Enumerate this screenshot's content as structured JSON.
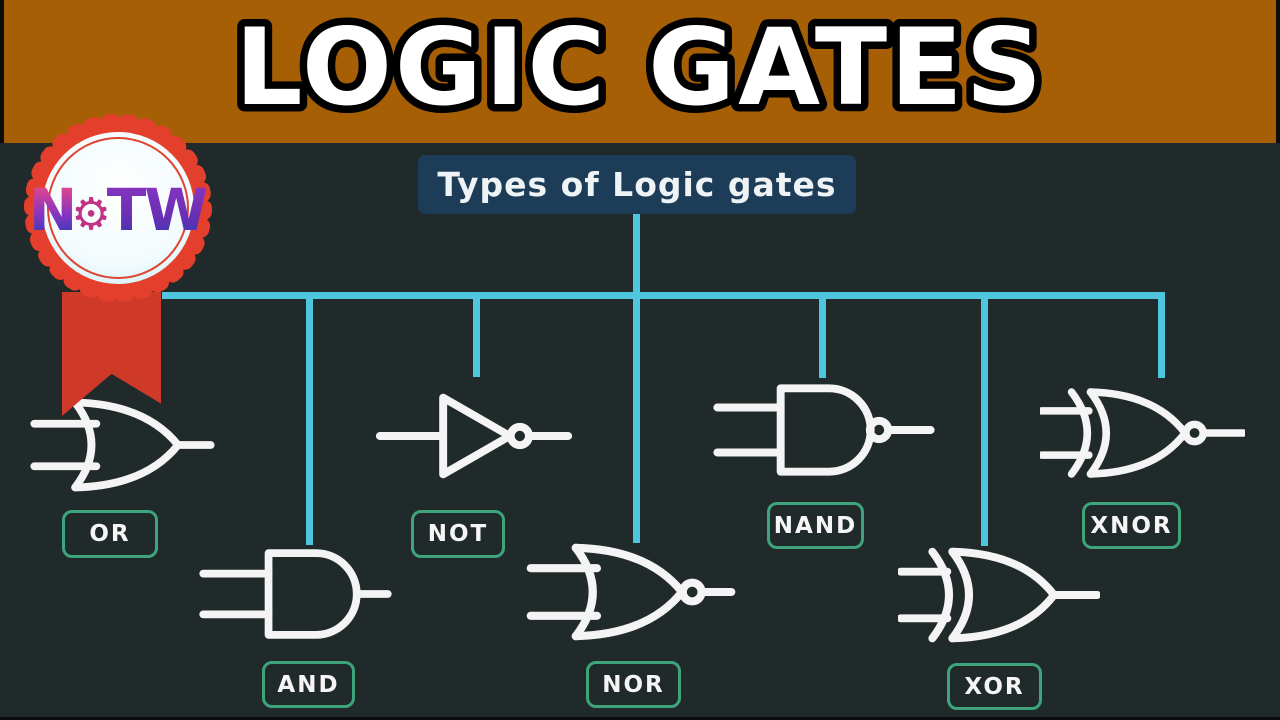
{
  "header": {
    "title": "LOGIC GATES"
  },
  "badge": {
    "logo_left": "N",
    "gear_icon": "⚙",
    "logo_right": "TW"
  },
  "tree": {
    "root_label": "Types of Logic gates"
  },
  "gates": [
    {
      "id": "or",
      "label": "OR"
    },
    {
      "id": "and",
      "label": "AND"
    },
    {
      "id": "not",
      "label": "NOT"
    },
    {
      "id": "nor",
      "label": "NOR"
    },
    {
      "id": "nand",
      "label": "NAND"
    },
    {
      "id": "xor",
      "label": "XOR"
    },
    {
      "id": "xnor",
      "label": "XNOR"
    }
  ],
  "colors": {
    "banner_bg": "#a65f05",
    "background": "#212a2a",
    "tree_line": "#4fc6e0",
    "root_box_bg": "#1d3c58",
    "label_border": "#3da47c",
    "gate_stroke": "#f4f4f4",
    "rosette_red": "#e33f2c",
    "ribbon_red": "#cf3a28"
  }
}
